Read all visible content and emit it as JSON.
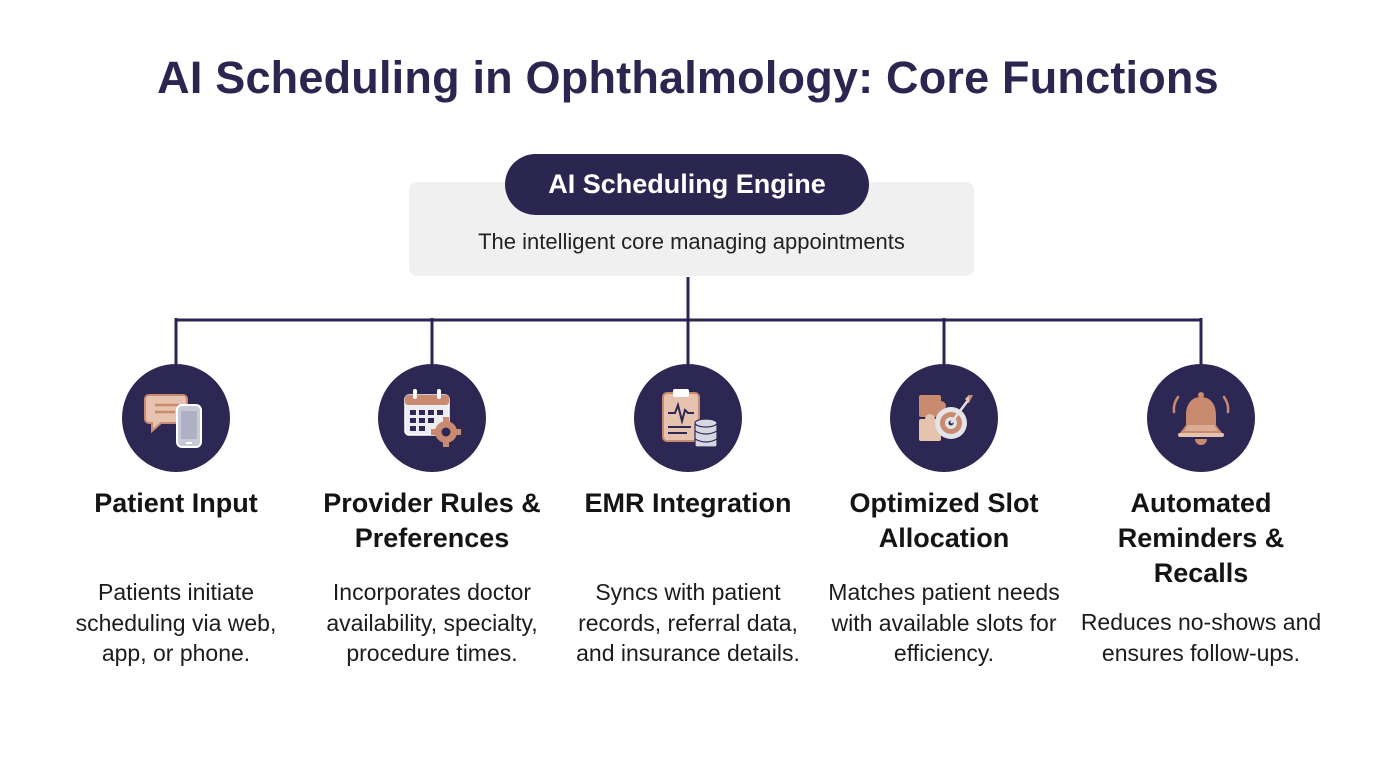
{
  "title": "AI Scheduling in Ophthalmology: Core Functions",
  "engine": {
    "label": "AI Scheduling Engine",
    "description": "The intelligent core managing appointments"
  },
  "functions": [
    {
      "icon": "chat-phone-icon",
      "title": "Patient Input",
      "description": "Patients initiate scheduling via web, app, or phone."
    },
    {
      "icon": "calendar-gear-icon",
      "title": "Provider Rules & Preferences",
      "description": "Incorporates doctor availability, specialty, procedure times."
    },
    {
      "icon": "clipboard-database-icon",
      "title": "EMR Integration",
      "description": "Syncs with patient records, referral data, and insurance details."
    },
    {
      "icon": "puzzle-target-icon",
      "title": "Optimized Slot Allocation",
      "description": "Matches patient needs with available slots for efficiency."
    },
    {
      "icon": "bell-icon",
      "title": "Automated Reminders & Recalls",
      "description": "Reduces no-shows and ensures follow-ups."
    }
  ],
  "colors": {
    "primary": "#2b2650",
    "icon_accent": "#c98a6f",
    "icon_light": "#e3e3e8",
    "panel": "#f0f0f0"
  }
}
